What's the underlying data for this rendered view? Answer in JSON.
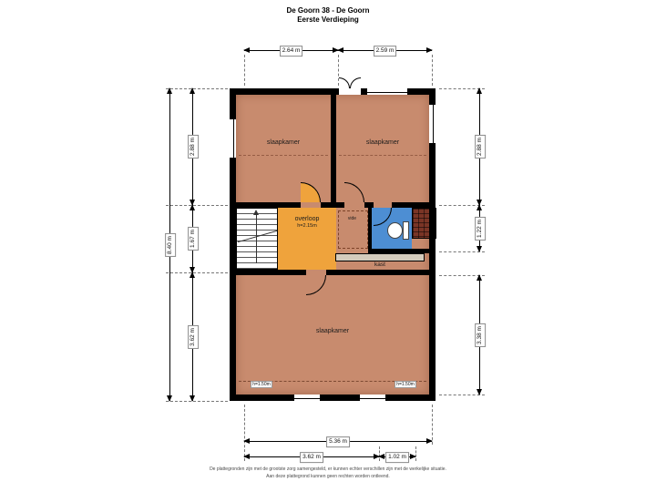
{
  "title": {
    "line1": "De Goorn 38 - De Goorn",
    "line2": "Eerste Verdieping"
  },
  "rooms": {
    "bedroom_top_left": "slaapkamer",
    "bedroom_top_right": "slaapkamer",
    "bedroom_bottom": "slaapkamer",
    "landing": "overloop",
    "landing_height": "h=2.15m",
    "vide": "vide",
    "closet": "kast",
    "low_left": "h=1.50m",
    "low_right": "h=1.50m"
  },
  "dimensions": {
    "top_left": "2.64 m",
    "top_right": "2.59 m",
    "left_total": "8.40 m",
    "left_top": "2.88 m",
    "left_mid": "1.67 m",
    "left_bottom": "3.62 m",
    "right_top": "2.88 m",
    "right_mid": "1.22 m",
    "right_bottom": "3.38 m",
    "bottom_total": "5.36 m",
    "bottom_left": "3.62 m",
    "bottom_right": "1.02 m"
  },
  "footer": {
    "line1": "De plattegronden zijn met de grootste zorg samengesteld, er kunnen echter verschillen zijn met de werkelijke situatie.",
    "line2": "Aan deze plattegrond kunnen geen rechten worden ontleend."
  },
  "colors": {
    "floor": "#c88b6e",
    "landing": "#efa33c",
    "bathroom": "#4d8ed3",
    "brick": "#7a3526",
    "closet_strip": "#d4cbbc",
    "wall": "#000000"
  }
}
